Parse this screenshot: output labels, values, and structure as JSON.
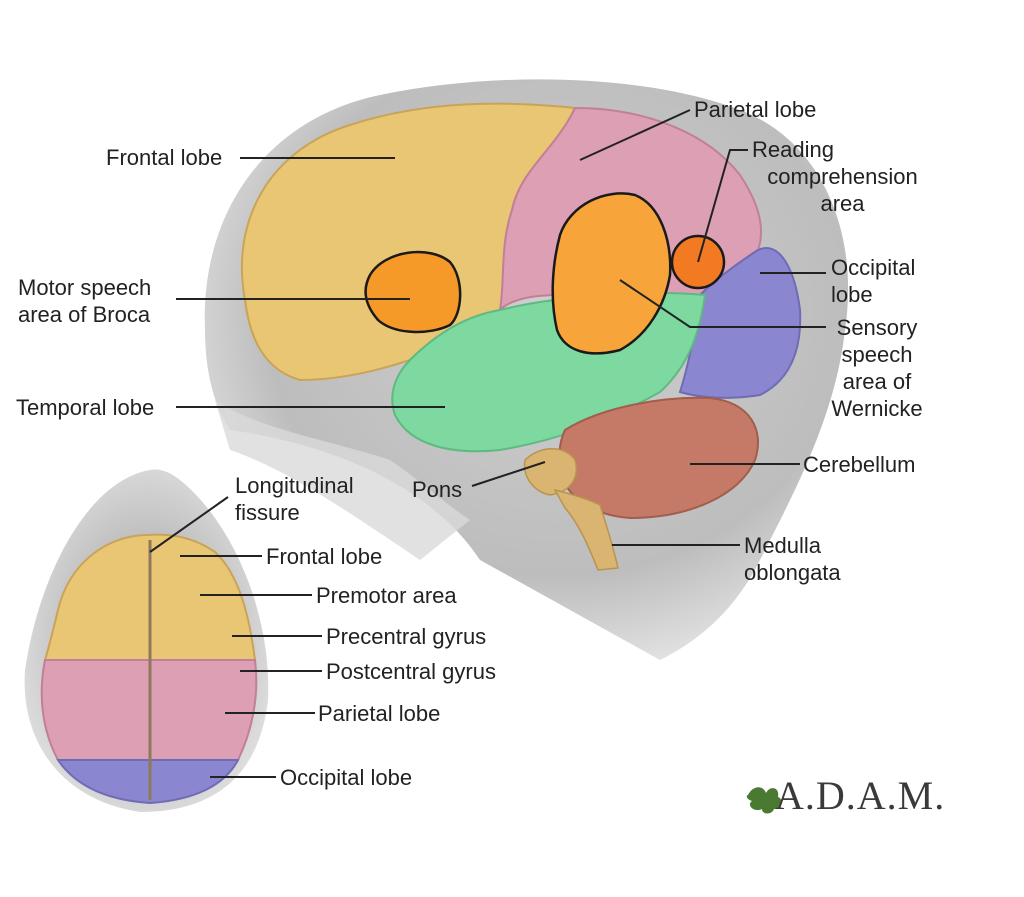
{
  "labels": {
    "frontal_lobe": "Frontal lobe",
    "parietal_lobe": "Parietal lobe",
    "reading_line1": "Reading",
    "reading_line2": "comprehension",
    "reading_line3": "area",
    "broca_line1": "Motor speech",
    "broca_line2": "area of Broca",
    "occipital_line1": "Occipital",
    "occipital_line2": "lobe",
    "sensory_line1": "Sensory",
    "sensory_line2": "speech",
    "sensory_line3": "area of",
    "sensory_line4": "Wernicke",
    "temporal_lobe": "Temporal lobe",
    "cerebellum": "Cerebellum",
    "pons": "Pons",
    "medulla_line1": "Medulla",
    "medulla_line2": "oblongata",
    "longitudinal_line1": "Longitudinal",
    "longitudinal_line2": "fissure",
    "top_frontal_lobe": "Frontal lobe",
    "premotor_area": "Premotor area",
    "precentral_gyrus": "Precentral gyrus",
    "postcentral_gyrus": "Postcentral gyrus",
    "top_parietal_lobe": "Parietal lobe",
    "top_occipital_lobe": "Occipital lobe"
  },
  "logo": "A.D.A.M.",
  "colors": {
    "frontal": "#e9c674",
    "parietal": "#dc9fb4",
    "occipital": "#8a86cf",
    "temporal": "#7ed9a0",
    "broca": "#f59a28",
    "wernicke": "#f79a2d",
    "cerebellum": "#c47a66",
    "brainstem": "#d9b571",
    "head": "#d6d6d6"
  }
}
